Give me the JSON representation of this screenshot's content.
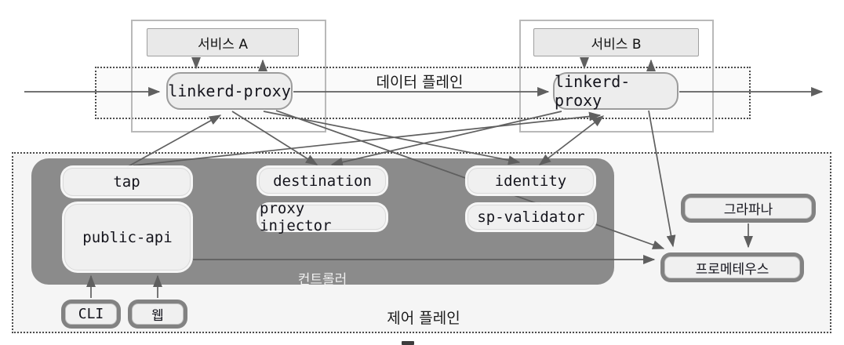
{
  "figure": {
    "data_plane": {
      "label": "데이터 플레인",
      "service_a": {
        "label": "서비스 A"
      },
      "service_b": {
        "label": "서비스 B"
      },
      "proxy_a": {
        "label": "linkerd-proxy"
      },
      "proxy_b": {
        "label": "linkerd-proxy"
      }
    },
    "control_plane": {
      "label": "제어 플레인",
      "controller": {
        "label": "컨트롤러",
        "tap": "tap",
        "destination": "destination",
        "identity": "identity",
        "proxy_injector": "proxy injector",
        "sp_validator": "sp-validator",
        "public_api": "public-api"
      },
      "cli": "CLI",
      "web": "웹"
    },
    "metrics": {
      "grafana": "그라파나",
      "prometheus": "프로메테우스"
    },
    "colors": {
      "controller_fill": "#8b8b8b",
      "component_fill": "#f0f0f0",
      "arrow": "#5f5f5f",
      "dotted_border": "#4c4c4c",
      "control_plane_fill": "#f5f5f5"
    }
  }
}
